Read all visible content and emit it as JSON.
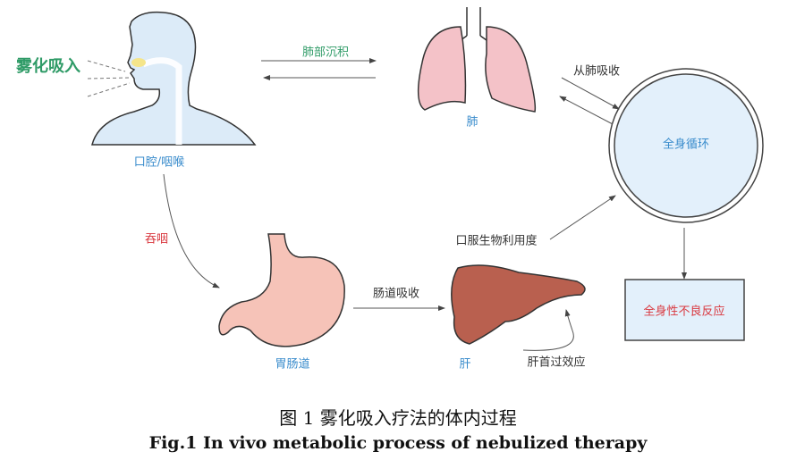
{
  "labels": {
    "nebulized_inhalation": "雾化吸入",
    "oral_pharynx": "口腔/咽喉",
    "lung_deposition": "肺部沉积",
    "lung": "肺",
    "absorb_from_lung": "从肺吸收",
    "systemic_circulation": "全身循环",
    "oral_bioavailability": "口服生物利用度",
    "systemic_adverse": "全身性不良反应",
    "swallow": "吞咽",
    "gi_tract": "胃肠道",
    "intestinal_absorption": "肠道吸收",
    "liver": "肝",
    "first_pass": "肝首过效应"
  },
  "caption": {
    "cn": "图 1  雾化吸入疗法的体内过程",
    "en": "Fig.1  In vivo metabolic process of nebulized therapy"
  },
  "colors": {
    "blue": "#3a8ccc",
    "green": "#2f9b67",
    "red": "#d9383f",
    "liver": "#b9604f",
    "lung": "#f4c2c8",
    "stomach": "#f6c3b8",
    "body": "#dcebf8"
  }
}
